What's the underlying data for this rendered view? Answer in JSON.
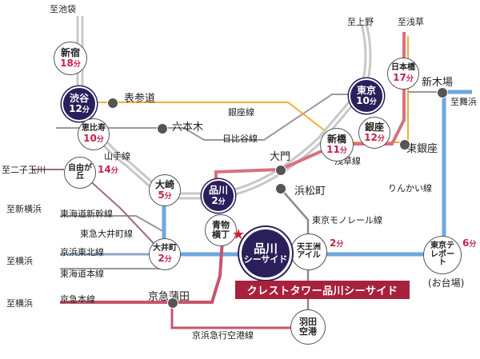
{
  "directions": {
    "ikebukuro": "至池袋",
    "ueno": "至上野",
    "asakusa": "至浅草",
    "maihama": "至舞浜",
    "futakotamagawa": "至二子玉川",
    "shinyokohama": "至新横浜",
    "yokohama1": "至横浜",
    "yokohama2": "至横浜"
  },
  "lines": {
    "ginza": "銀座線",
    "hibiya": "日比谷線",
    "yamanote": "山手線",
    "asakusa": "浅草線",
    "rinkai": "りんかい線",
    "tokaido_shinkansen": "東海道新幹線",
    "tokyu_oimachi": "東急大井町線",
    "keihin_tohoku": "京浜東北線",
    "tokaido": "東海道本線",
    "keikyu_main": "京急本線",
    "tokyo_monorail": "東京モノレール線",
    "keikyu_airport": "京浜急行空港線"
  },
  "places": {
    "omotesando": "表参道",
    "roppongi": "六本木",
    "shinkiba": "新木場",
    "higashiginza": "東銀座",
    "daimon": "大門",
    "hamamatsucho": "浜松町",
    "keikyukamata": "京急蒲田",
    "odaiba": "(お台場)"
  },
  "stations": {
    "shinjuku": {
      "name": "新宿",
      "time": "18",
      "unit": "分"
    },
    "shibuya": {
      "name": "渋谷",
      "time": "12",
      "unit": "分"
    },
    "ebisu": {
      "name": "恵比寿",
      "time": "10",
      "unit": "分"
    },
    "jiyugaoka": {
      "name": "自由が丘",
      "time": "14",
      "unit": "分"
    },
    "osaki": {
      "name": "大崎",
      "time": "5",
      "unit": "分"
    },
    "oimachi": {
      "name": "大井町",
      "time": "2",
      "unit": "分"
    },
    "shinagawa": {
      "name": "品川",
      "time": "2",
      "unit": "分"
    },
    "aomonoyokocho": {
      "name": "青物横丁"
    },
    "tennozu": {
      "name": "天王洲アイル",
      "time": "2",
      "unit": "分"
    },
    "haneda": {
      "name": "羽田空港"
    },
    "tokyo": {
      "name": "東京",
      "time": "10",
      "unit": "分"
    },
    "nihonbashi": {
      "name": "日本橋",
      "time": "17",
      "unit": "分"
    },
    "ginza": {
      "name": "銀座",
      "time": "12",
      "unit": "分"
    },
    "shinbashi": {
      "name": "新橋",
      "time": "11",
      "unit": "分"
    },
    "teleport": {
      "name": "東京テレポート",
      "time": "6",
      "unit": "分"
    }
  },
  "site": {
    "line1": "品川",
    "line2": "シーサイド"
  },
  "property_banner": "クレストタワー品川シーサイド",
  "colors": {
    "yamanote": "#b8b8b8",
    "keikyu": "#c9546e",
    "rinkai": "#6fa7de",
    "ginza": "#f2b134",
    "hibiya": "#9a9a9a",
    "asakusa": "#d9707f",
    "oimachi": "#9b6a8a",
    "navy": "#2b1f5b",
    "accent": "#a8213c"
  }
}
